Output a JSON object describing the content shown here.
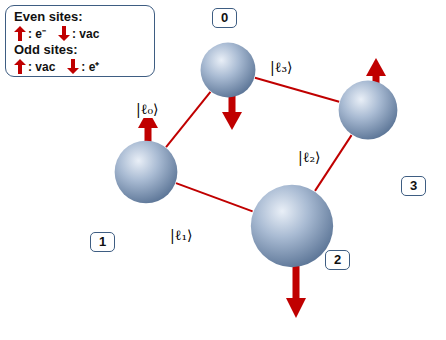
{
  "diagram": {
    "nodes": [
      {
        "text": [
          "0"
        ]
      },
      {
        "text": [
          "1"
        ]
      },
      {
        "text": [
          "2"
        ]
      },
      {
        "text": [
          "3"
        ]
      }
    ],
    "edges": [
      {
        "from": 0,
        "to": 1,
        "arrow": "none",
        "label": "|ℓ₀⟩"
      },
      {
        "from": 1,
        "to": 2,
        "arrow": "none",
        "label": "|ℓ₁⟩"
      },
      {
        "from": 2,
        "to": 3,
        "arrow": "none",
        "label": "|ℓ₂⟩"
      },
      {
        "from": 3,
        "to": 0,
        "arrow": "none",
        "label": "|ℓ₃⟩"
      }
    ],
    "labels": [
      "Even sites:",
      "Odd sites:"
    ],
    "legend": [
      {
        "text": ": e⁻"
      },
      {
        "text": ": vac"
      },
      {
        "text": ": vac"
      },
      {
        "text": ": e⁺"
      }
    ]
  }
}
